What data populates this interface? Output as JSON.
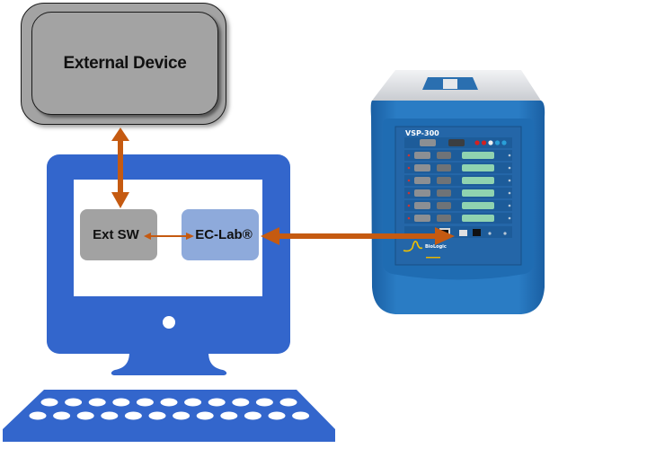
{
  "diagram": {
    "external_device": {
      "label": "External Device"
    },
    "computer": {
      "ext_sw": {
        "label": "Ext SW"
      },
      "ec_lab": {
        "label": "EC-Lab®"
      }
    },
    "instrument": {
      "model_label": "VSP-300",
      "brand_label": "BioLogic",
      "channel_count": 6
    },
    "connections": [
      {
        "from": "External Device",
        "to": "Ext SW",
        "direction": "bidirectional"
      },
      {
        "from": "Ext SW",
        "to": "EC-Lab®",
        "direction": "bidirectional"
      },
      {
        "from": "EC-Lab®",
        "to": "VSP-300",
        "direction": "bidirectional"
      }
    ],
    "colors": {
      "computer_blue": "#3366cc",
      "arrow_orange": "#c55a11",
      "box_gray": "#a3a3a3",
      "eclab_blue": "#8eaadb",
      "device_blue": "#1d6fb8"
    }
  }
}
